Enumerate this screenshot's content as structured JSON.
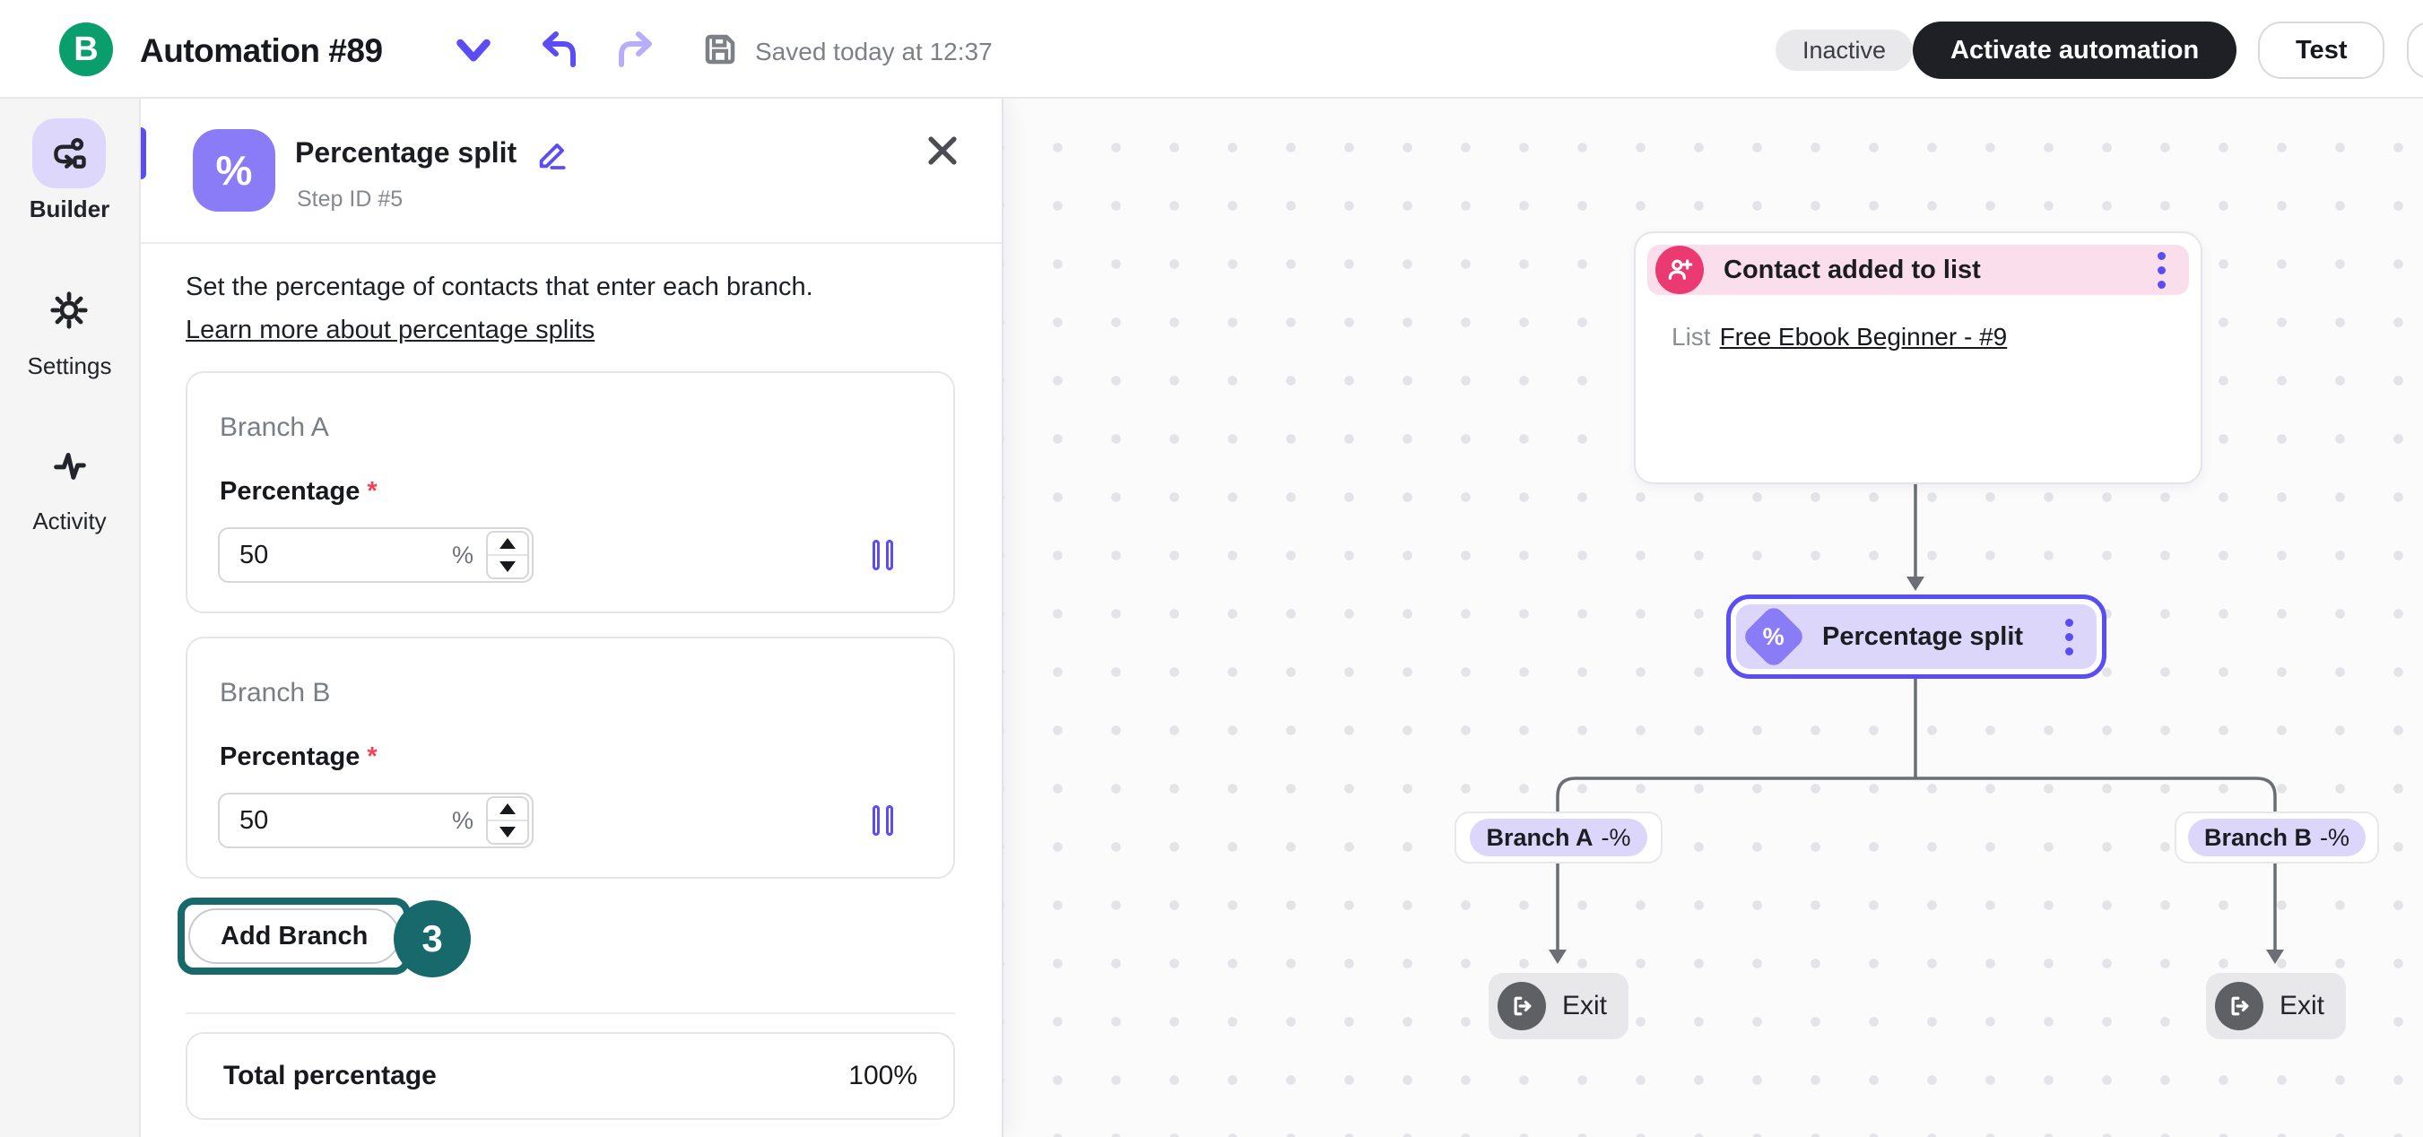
{
  "topbar": {
    "logo_letter": "B",
    "title": "Automation #89",
    "saved_status": "Saved today at 12:37",
    "inactive_badge": "Inactive",
    "activate_button": "Activate automation",
    "test_button": "Test"
  },
  "sidebar": {
    "builder": "Builder",
    "settings": "Settings",
    "activity": "Activity"
  },
  "panel": {
    "icon_glyph": "%",
    "title": "Percentage split",
    "step_id": "Step ID #5",
    "description": "Set the percentage of contacts that enter each branch.",
    "learn_more_link": "Learn more about percentage splits",
    "branch_a": {
      "name": "Branch A",
      "field_label": "Percentage",
      "required_mark": "*",
      "value": "50",
      "unit": "%"
    },
    "branch_b": {
      "name": "Branch B",
      "field_label": "Percentage",
      "required_mark": "*",
      "value": "50",
      "unit": "%"
    },
    "add_branch_button": "Add Branch",
    "onboarding_badge": "3",
    "total_label": "Total percentage",
    "total_value": "100%"
  },
  "canvas": {
    "trigger_node": {
      "title": "Contact added to list",
      "list_prefix": "List",
      "list_name": "Free Ebook Beginner - #9"
    },
    "split_node": {
      "icon_glyph": "%",
      "title": "Percentage split"
    },
    "branch_a_label": {
      "name": "Branch A",
      "suffix": "-%"
    },
    "branch_b_label": {
      "name": "Branch B",
      "suffix": "-%"
    },
    "exit_a": "Exit",
    "exit_b": "Exit"
  },
  "colors": {
    "accent_indigo": "#5b4df5",
    "brand_green": "#0b9e6d",
    "onboarding_teal": "#17696b",
    "trigger_pink": "#eb3a72",
    "node_lavender": "#dcd6fb",
    "connector_gray": "#6b6e73"
  }
}
